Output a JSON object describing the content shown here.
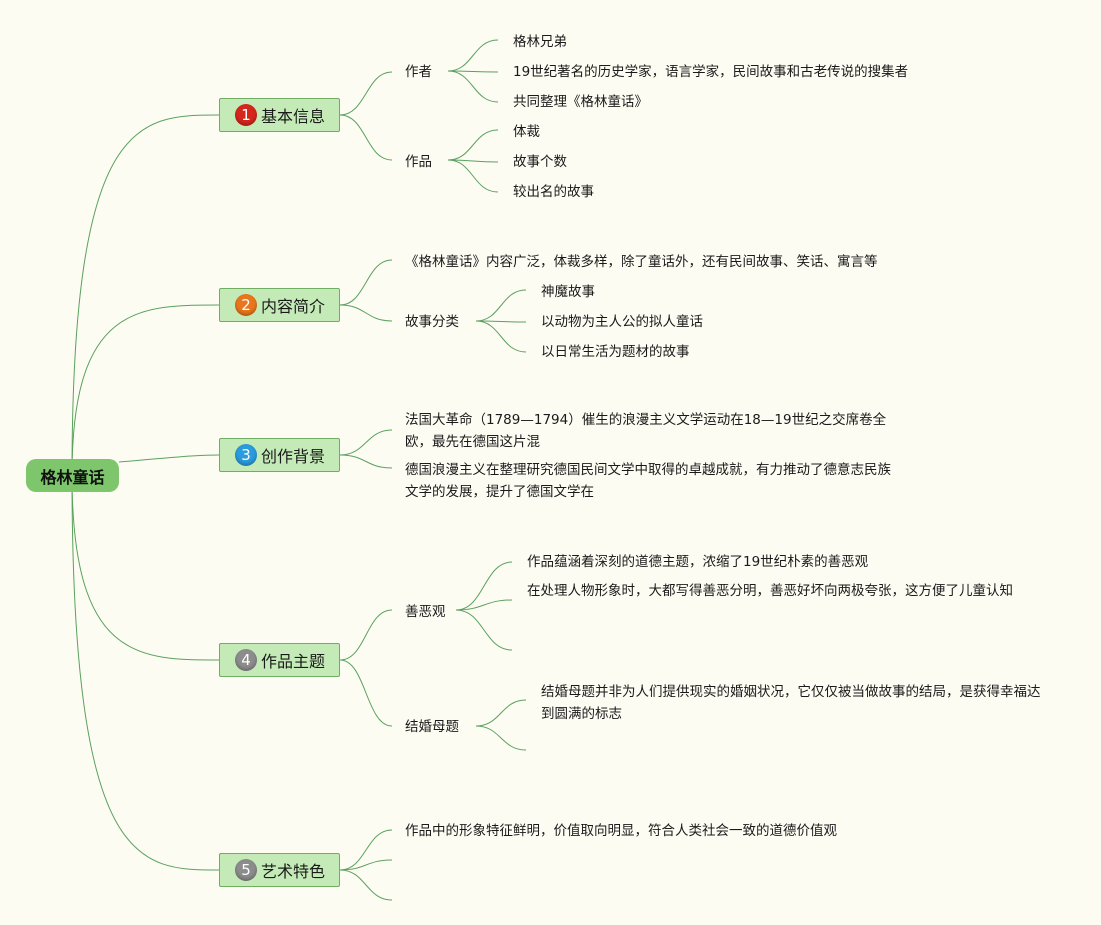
{
  "root": {
    "label": "格林童话"
  },
  "branches": [
    {
      "label": "基本信息",
      "badge": "1",
      "badge_color": "#d4261c",
      "children": [
        {
          "label": "作者",
          "children": [
            "格林兄弟",
            "19世纪著名的历史学家，语言学家，民间故事和古老传说的搜集者",
            "共同整理《格林童话》"
          ]
        },
        {
          "label": "作品",
          "children": [
            "体裁",
            "故事个数",
            "较出名的故事"
          ]
        }
      ]
    },
    {
      "label": "内容简介",
      "badge": "2",
      "badge_color": "#e8761c",
      "children": [
        {
          "label": "《格林童话》内容广泛，体裁多样，除了童话外，还有民间故事、笑话、寓言等"
        },
        {
          "label": "故事分类",
          "children": [
            "神魔故事",
            "以动物为主人公的拟人童话",
            "以日常生活为题材的故事"
          ]
        }
      ]
    },
    {
      "label": "创作背景",
      "badge": "3",
      "badge_color": "#2a9bdc",
      "children": [
        {
          "label": "法国大革命（1789—1794）催生的浪漫主义文学运动在18—19世纪之交席卷全欧，最先在德国这片混"
        },
        {
          "label": "德国浪漫主义在整理研究德国民间文学中取得的卓越成就，有力推动了德意志民族文学的发展，提升了德国文学在"
        }
      ]
    },
    {
      "label": "作品主题",
      "badge": "4",
      "badge_color": "#8c8c8c",
      "children": [
        {
          "label": "善恶观",
          "children": [
            "作品蕴涵着深刻的道德主题，浓缩了19世纪朴素的善恶观",
            "在处理人物形象时，大都写得善恶分明，善恶好坏向两极夸张，这方便了儿童认知",
            ""
          ]
        },
        {
          "label": "结婚母题",
          "children": [
            "结婚母题并非为人们提供现实的婚姻状况，它仅仅被当做故事的结局，是获得幸福达到圆满的标志",
            ""
          ]
        }
      ]
    },
    {
      "label": "艺术特色",
      "badge": "5",
      "badge_color": "#8c8c8c",
      "children": [
        {
          "label": "作品中的形象特征鲜明，价值取向明显，符合人类社会一致的道德价值观"
        },
        {
          "label": ""
        },
        {
          "label": ""
        }
      ]
    }
  ],
  "colors": {
    "line": "#5aa15e",
    "root_fill": "#7ec66b",
    "branch_fill": "#c4ebb7",
    "branch_border": "#6fae63"
  }
}
